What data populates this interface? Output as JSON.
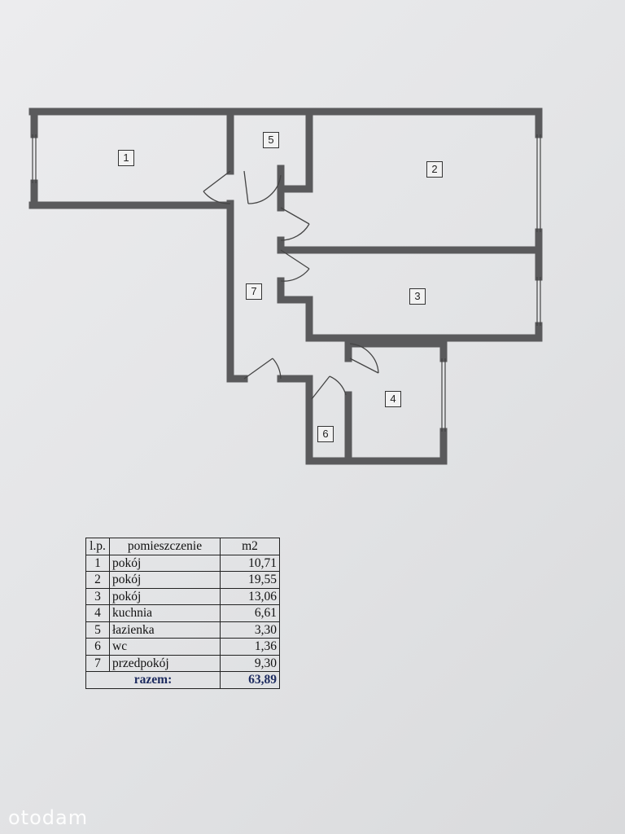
{
  "room_labels": [
    "1",
    "2",
    "3",
    "4",
    "5",
    "6",
    "7"
  ],
  "table": {
    "headers": [
      "l.p.",
      "pomieszczenie",
      "m2"
    ],
    "rows": [
      {
        "n": "1",
        "room": "pokój",
        "area": "10,71"
      },
      {
        "n": "2",
        "room": "pokój",
        "area": "19,55"
      },
      {
        "n": "3",
        "room": "pokój",
        "area": "13,06"
      },
      {
        "n": "4",
        "room": "kuchnia",
        "area": "6,61"
      },
      {
        "n": "5",
        "room": "łazienka",
        "area": "3,30"
      },
      {
        "n": "6",
        "room": "wc",
        "area": "1,36"
      },
      {
        "n": "7",
        "room": "przedpokój",
        "area": "9,30"
      }
    ],
    "total_label": "razem:",
    "total": "63,89"
  },
  "watermark": "otodam",
  "colors": {
    "wall": "#5a5a5c",
    "paper": "#e6e7e9",
    "total_text": "#1c2a5e"
  }
}
